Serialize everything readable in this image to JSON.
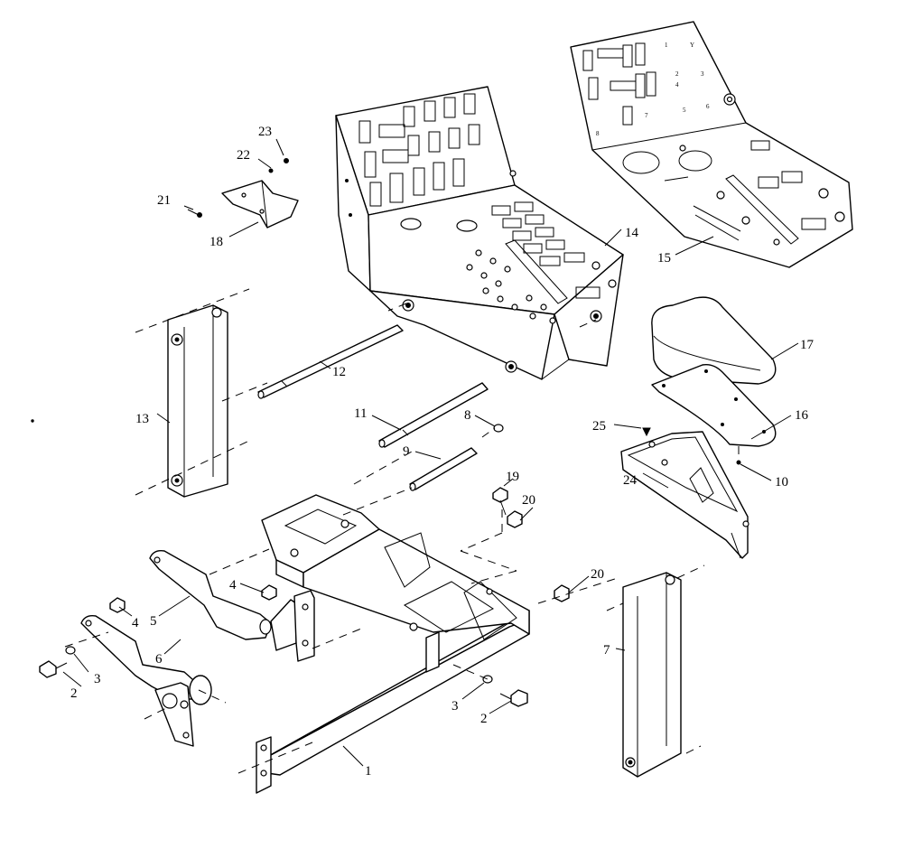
{
  "callouts": [
    {
      "id": "1",
      "text": "1"
    },
    {
      "id": "2a",
      "text": "2"
    },
    {
      "id": "2b",
      "text": "2"
    },
    {
      "id": "3a",
      "text": "3"
    },
    {
      "id": "3b",
      "text": "3"
    },
    {
      "id": "4a",
      "text": "4"
    },
    {
      "id": "4b",
      "text": "4"
    },
    {
      "id": "5",
      "text": "5"
    },
    {
      "id": "6",
      "text": "6"
    },
    {
      "id": "7",
      "text": "7"
    },
    {
      "id": "8",
      "text": "8"
    },
    {
      "id": "9",
      "text": "9"
    },
    {
      "id": "10",
      "text": "10"
    },
    {
      "id": "11",
      "text": "11"
    },
    {
      "id": "12",
      "text": "12"
    },
    {
      "id": "13",
      "text": "13"
    },
    {
      "id": "14",
      "text": "14"
    },
    {
      "id": "15",
      "text": "15"
    },
    {
      "id": "16",
      "text": "16"
    },
    {
      "id": "17",
      "text": "17"
    },
    {
      "id": "18",
      "text": "18"
    },
    {
      "id": "19",
      "text": "19"
    },
    {
      "id": "20a",
      "text": "20"
    },
    {
      "id": "20b",
      "text": "20"
    },
    {
      "id": "21",
      "text": "21"
    },
    {
      "id": "22",
      "text": "22"
    },
    {
      "id": "23",
      "text": "23"
    },
    {
      "id": "24",
      "text": "24"
    },
    {
      "id": "25",
      "text": "25"
    }
  ]
}
